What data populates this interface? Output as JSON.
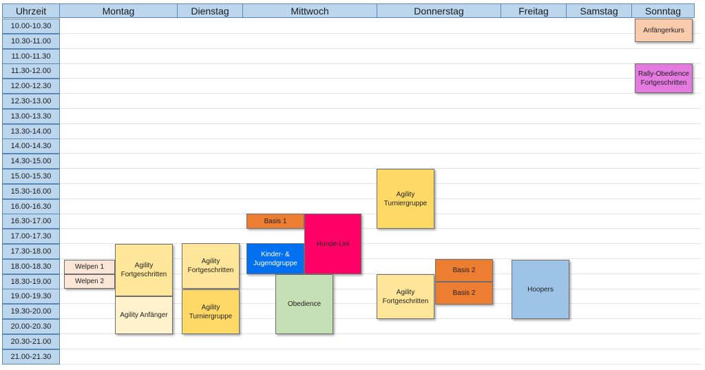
{
  "header": {
    "time_label": "Uhrzeit",
    "days": [
      "Montag",
      "Dienstag",
      "Mittwoch",
      "Donnerstag",
      "Freitag",
      "Samstag",
      "Sonntag"
    ]
  },
  "time_slots": [
    "10.00-10.30",
    "10.30-11.00",
    "11.00-11.30",
    "11.30-12.00",
    "12.00-12.30",
    "12.30-13.00",
    "13.00-13.30",
    "13.30-14.00",
    "14.00-14.30",
    "14.30-15.00",
    "15.00-15.30",
    "15.30-16.00",
    "16.00-16.30",
    "16.30-17.00",
    "17.00-17.30",
    "17.30-18.00",
    "18.00-18.30",
    "18.30-19.00",
    "19.00-19.30",
    "19.30-20.00",
    "20.00-20.30",
    "20.30-21.00",
    "21.00-21.30"
  ],
  "events": [
    {
      "id": "welpen-1",
      "label": "Welpen 1",
      "color": "#fbe5d6"
    },
    {
      "id": "welpen-2",
      "label": "Welpen 2",
      "color": "#fbe5d6"
    },
    {
      "id": "agility-fortgeschritten-mo",
      "label": "Agility Fortgeschritten",
      "color": "#ffe699"
    },
    {
      "id": "agility-anfaenger-mo",
      "label": "Agility Anfänger",
      "color": "#fff2cc"
    },
    {
      "id": "agility-fortgeschritten-di",
      "label": "Agility Fortgeschritten",
      "color": "#ffe699"
    },
    {
      "id": "agility-turniergruppe-di",
      "label": "Agility Turniergruppe",
      "color": "#ffd966"
    },
    {
      "id": "basis-1",
      "label": "Basis 1",
      "color": "#ed7d31"
    },
    {
      "id": "hunde-uni",
      "label": "Hunde-Uni",
      "color": "#ff0066"
    },
    {
      "id": "kinder-jugendgruppe",
      "label": "Kinder- & Jugendgruppe",
      "color": "#0070f0"
    },
    {
      "id": "obedience",
      "label": "Obedience",
      "color": "#c5e0b4"
    },
    {
      "id": "agility-turniergruppe-do",
      "label": "Agility Turniergruppe",
      "color": "#ffd966"
    },
    {
      "id": "agility-fortgeschritten-do",
      "label": "Agility Fortgeschritten",
      "color": "#ffe699"
    },
    {
      "id": "basis-2-a",
      "label": "Basis 2",
      "color": "#ed7d31"
    },
    {
      "id": "basis-2-b",
      "label": "Basis 2",
      "color": "#ed7d31"
    },
    {
      "id": "hoopers",
      "label": "Hoopers",
      "color": "#9dc3e6"
    },
    {
      "id": "anfaengerkurs",
      "label": "Anfängerkurs",
      "color": "#f8cbad"
    },
    {
      "id": "rally-obedience",
      "label": "Rally-Obedience Fortgeschritten",
      "color": "#e479e0"
    }
  ]
}
